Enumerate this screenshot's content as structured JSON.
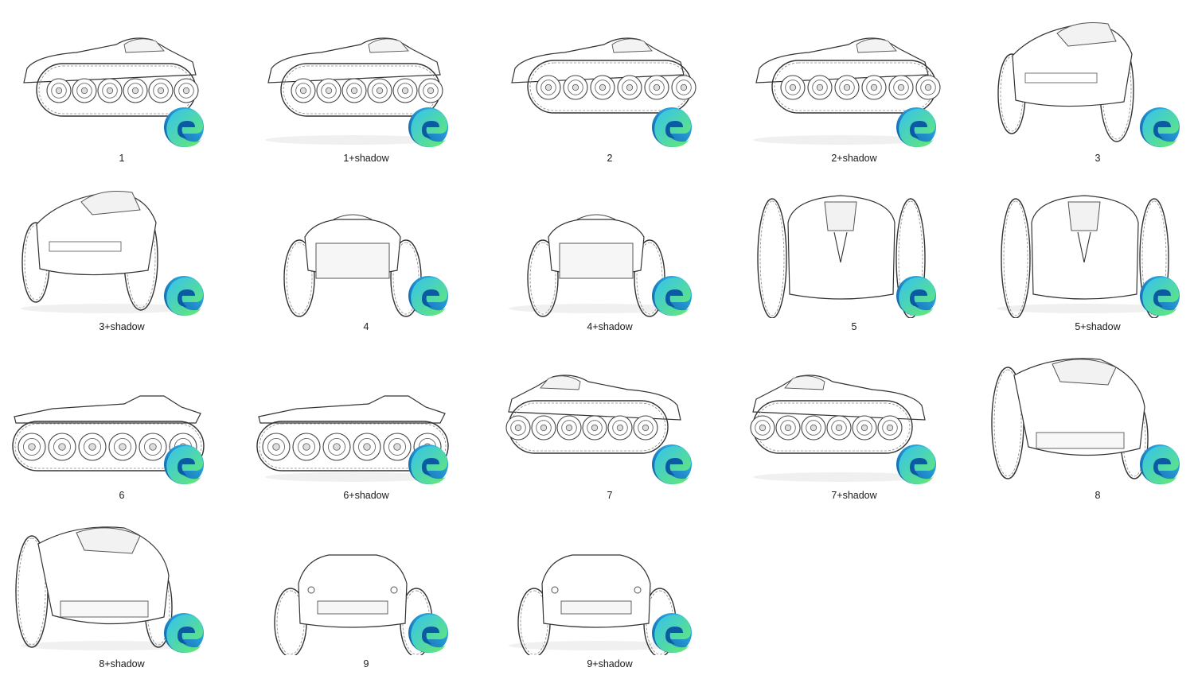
{
  "files": [
    {
      "name": "1",
      "view": "side-left"
    },
    {
      "name": "1+shadow",
      "view": "side-left"
    },
    {
      "name": "2",
      "view": "side-left-low"
    },
    {
      "name": "2+shadow",
      "view": "side-left-low"
    },
    {
      "name": "3",
      "view": "front-quarter"
    },
    {
      "name": "3+shadow",
      "view": "front-quarter"
    },
    {
      "name": "4",
      "view": "front"
    },
    {
      "name": "4+shadow",
      "view": "front"
    },
    {
      "name": "5",
      "view": "top-front"
    },
    {
      "name": "5+shadow",
      "view": "top-front"
    },
    {
      "name": "6",
      "view": "side-flat"
    },
    {
      "name": "6+shadow",
      "view": "side-flat"
    },
    {
      "name": "7",
      "view": "side-right"
    },
    {
      "name": "7+shadow",
      "view": "side-right"
    },
    {
      "name": "8",
      "view": "rear-quarter"
    },
    {
      "name": "8+shadow",
      "view": "rear-quarter"
    },
    {
      "name": "9",
      "view": "rear"
    },
    {
      "name": "9+shadow",
      "view": "rear"
    }
  ],
  "icons": {
    "file_type": "edge-browser-icon",
    "colors": {
      "blue": "#0c59a4",
      "cyan": "#35c1f1",
      "green": "#66eb6e"
    }
  }
}
